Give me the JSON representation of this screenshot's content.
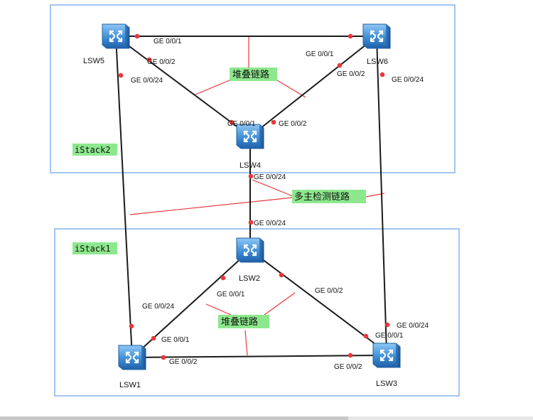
{
  "colors": {
    "stack_box": "#6ea7e8",
    "link": "#1b1b1b",
    "annotation_line": "#e8383d",
    "port_dot": "#e8383d",
    "label_bg": "#8de88d",
    "switch_body": "#3e8fd6"
  },
  "groups": {
    "top": "iStack2",
    "bottom": "iStack1"
  },
  "switches": {
    "lsw5": "LSW5",
    "lsw6": "LSW6",
    "lsw4": "LSW4",
    "lsw2": "LSW2",
    "lsw1": "LSW1",
    "lsw3": "LSW3"
  },
  "labels": {
    "stack_link_top": "堆叠链路",
    "stack_link_bottom": "堆叠链路",
    "mad_link": "多主检测链路"
  },
  "ports": {
    "lsw5_to_lsw6": "GE 0/0/1",
    "lsw6_to_lsw5": "GE 0/0/1",
    "lsw5_to_lsw4": "GE 0/0/2",
    "lsw5_down": "GE 0/0/24",
    "lsw6_to_lsw4": "GE 0/0/2",
    "lsw6_down": "GE 0/0/24",
    "lsw4_to_lsw5": "GE 0/0/1",
    "lsw4_to_lsw6": "GE 0/0/2",
    "lsw4_down": "GE 0/0/24",
    "lsw2_up": "GE 0/0/24",
    "lsw2_to_lsw1": "GE 0/0/1",
    "lsw2_to_lsw3": "GE 0/0/2",
    "lsw1_up": "GE 0/0/24",
    "lsw1_to_lsw2": "GE 0/0/1",
    "lsw1_to_lsw3": "GE 0/0/2",
    "lsw3_to_lsw2": "GE 0/0/1",
    "lsw3_up": "GE 0/0/24",
    "lsw3_to_lsw1": "GE 0/0/2"
  },
  "icon": "switch-icon"
}
